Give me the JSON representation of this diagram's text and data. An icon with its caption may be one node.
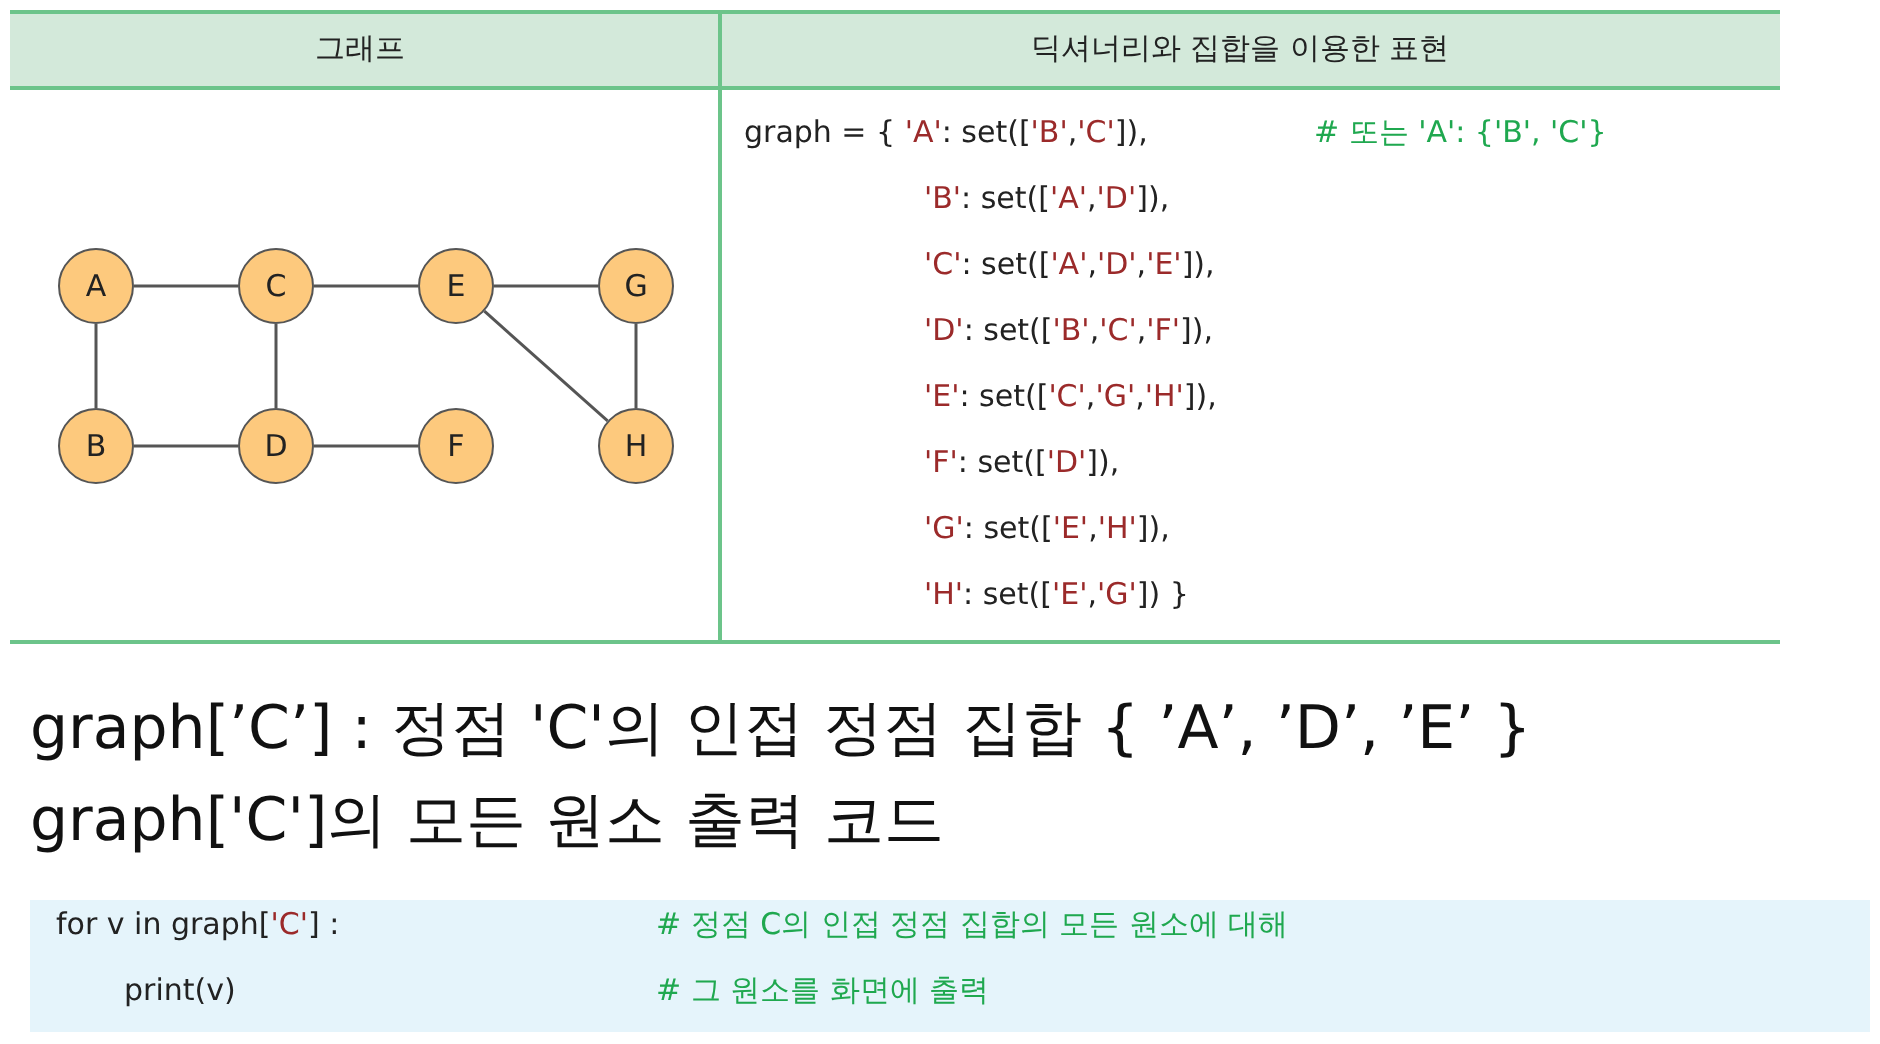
{
  "diagram": {
    "nodes": [
      {
        "text": [
          "A"
        ]
      },
      {
        "text": [
          "B"
        ]
      },
      {
        "text": [
          "C"
        ]
      },
      {
        "text": [
          "D"
        ]
      },
      {
        "text": [
          "E"
        ]
      },
      {
        "text": [
          "F"
        ]
      },
      {
        "text": [
          "G"
        ]
      },
      {
        "text": [
          "H"
        ]
      }
    ],
    "edges": [
      {
        "from": 0,
        "to": 2,
        "arrow": "none"
      },
      {
        "from": 2,
        "to": 4,
        "arrow": "none"
      },
      {
        "from": 4,
        "to": 6,
        "arrow": "none"
      },
      {
        "from": 0,
        "to": 1,
        "arrow": "none"
      },
      {
        "from": 2,
        "to": 3,
        "arrow": "none"
      },
      {
        "from": 4,
        "to": 7,
        "arrow": "none"
      },
      {
        "from": 6,
        "to": 7,
        "arrow": "none"
      },
      {
        "from": 1,
        "to": 3,
        "arrow": "none"
      },
      {
        "from": 3,
        "to": 5,
        "arrow": "none"
      }
    ],
    "labels": [
      "그래프",
      "딕셔너리와 집합을 이용한 표현",
      "graph = { 'A': set(['B','C']),",
      "# 또는 'A': {'B',  'C'}",
      "'B': set(['A','D']),",
      "'C': set(['A','D','E']),",
      "'D': set(['B','C','F']),",
      "'E': set(['C','G','H']),",
      "'F': set(['D']),",
      "'G': set(['E','H']),",
      "'H': set(['E','G']) }",
      "graph[’C’] : 정점 'C'의 인접 정점 집합 { ’A’, ’D’, ’E’ }",
      "graph['C']의 모든 원소 출력 코드",
      "for v in graph['C'] :",
      "# 정점 C의 인접 정점 집합의 모든 원소에 대해",
      "print(v)",
      "# 그 원소를 화면에 출력"
    ]
  }
}
